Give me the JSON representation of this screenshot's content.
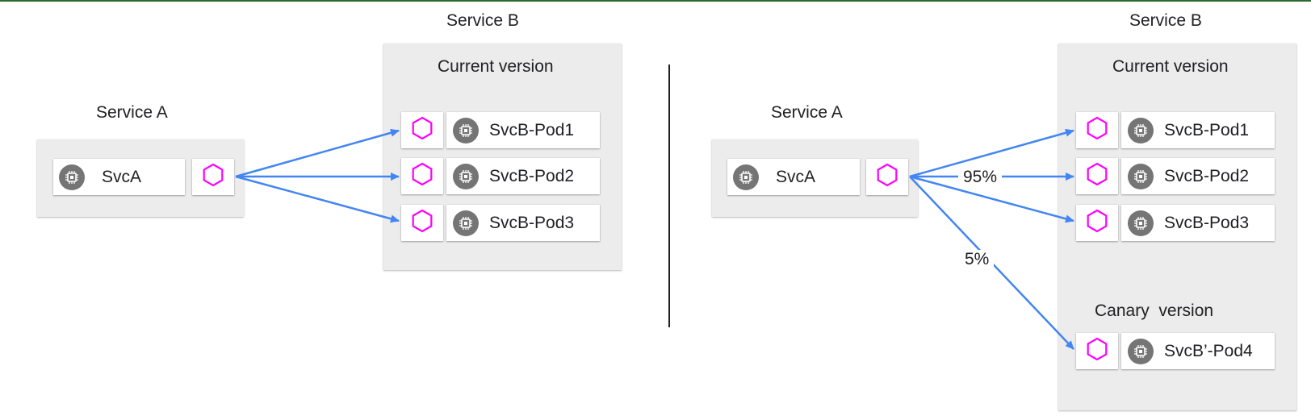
{
  "left": {
    "service_b_title": "Service B",
    "current_version_title": "Current version",
    "service_a_title": "Service A",
    "svca_label": "SvcA",
    "pods": [
      "SvcB-Pod1",
      "SvcB-Pod2",
      "SvcB-Pod3"
    ]
  },
  "right": {
    "service_b_title": "Service B",
    "current_version_title": "Current version",
    "canary_version_title": "Canary  version",
    "service_a_title": "Service A",
    "svca_label": "SvcA",
    "pods": [
      "SvcB-Pod1",
      "SvcB-Pod2",
      "SvcB-Pod3"
    ],
    "canary_pod": "SvcB’-Pod4",
    "split_current": "95%",
    "split_canary": "5%"
  },
  "colors": {
    "arrow": "#4285f4",
    "proxy_hexagon": "#ff00ff",
    "chip_icon_bg": "#757575",
    "panel_bg": "#ececec"
  },
  "icons": {
    "pod_icon": "chip-icon",
    "proxy_icon": "hexagon-icon"
  }
}
